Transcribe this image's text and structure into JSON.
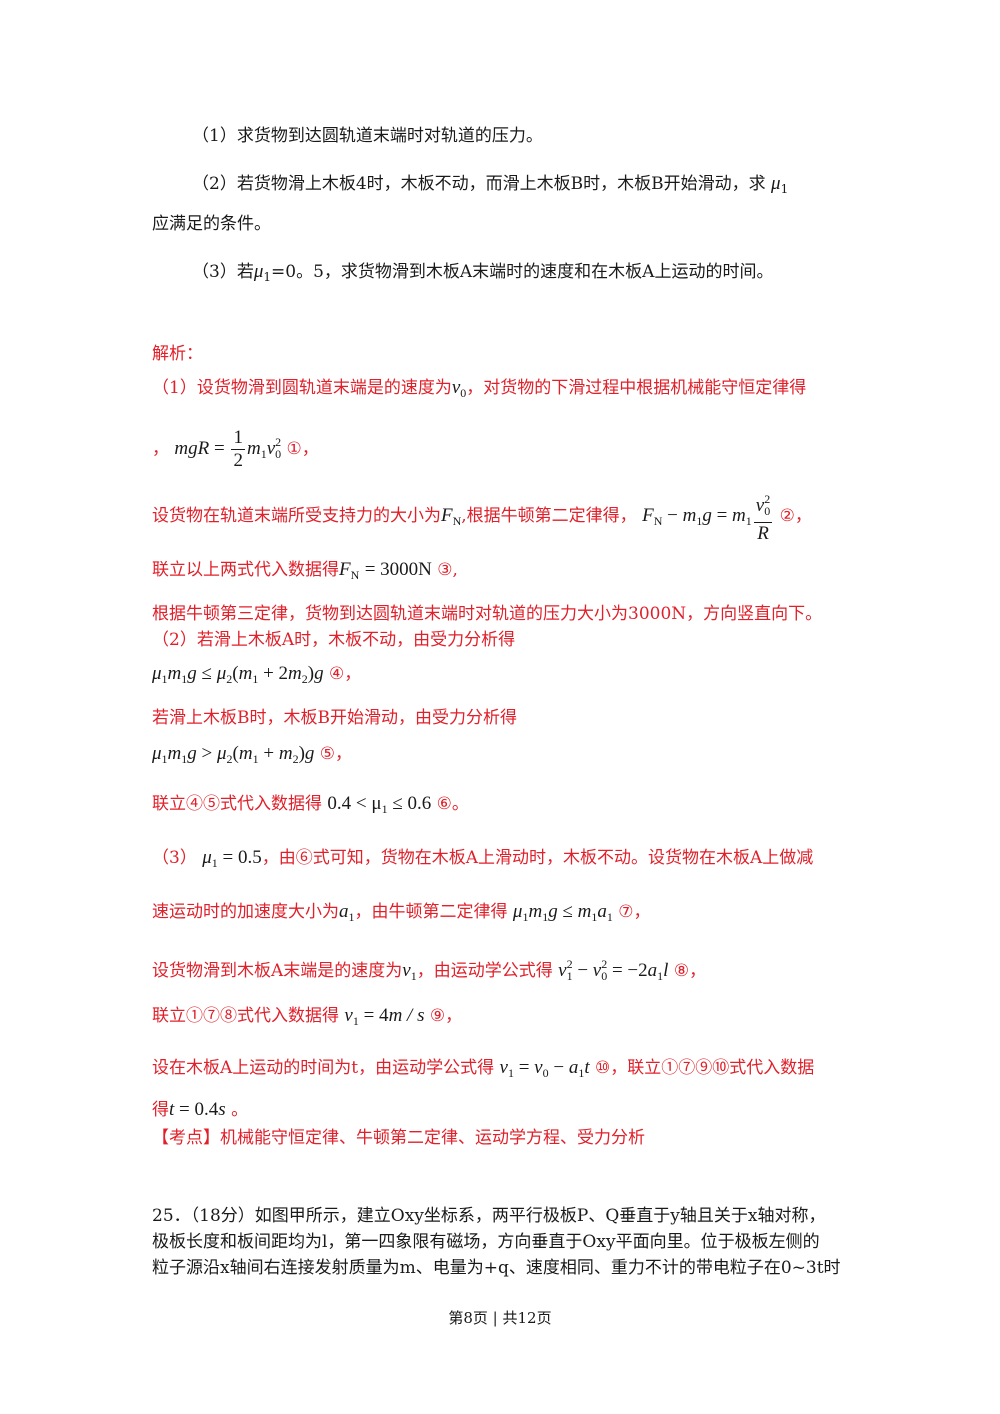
{
  "questions": {
    "q1": "（1）求货物到达圆轨道末端时对轨道的压力。",
    "q2_a": "（2）若货物滑上木板4时，木板不动，而滑上木板B时，木板B开始滑动，求",
    "q2_mu": "μ",
    "q2_sub": "1",
    "q2_b": "应满足的条件。",
    "q3_a": "（3）若",
    "q3_mu": "μ",
    "q3_sub": "1",
    "q3_b": "=0。5，求货物滑到木板A末端时的速度和在木板A上运动的时间。"
  },
  "solution": {
    "heading": "解析：",
    "p1_a": "（1）设货物滑到圆轨道末端是的速度为",
    "p1_b": "，对货物的下滑过程中根据机械能守恒定律得",
    "eq1_lead": "，",
    "c1": "①",
    "p2_a": "设货物在轨道末端所受支持力的大小为",
    "p2_b": ",根据牛顿第二定律得，",
    "c2": "②",
    "p3_a": "联立以上两式代入数据得",
    "eq3": "= 3000N",
    "c3": "③",
    "p4": "根据牛顿第三定律，货物到达圆轨道末端时对轨道的压力大小为3000N，方向竖直向下。",
    "p5": "（2）若滑上木板A时，木板不动，由受力分析得",
    "c4": "④",
    "p6": "若滑上木板B时，木板B开始滑动，由受力分析得",
    "c5": "⑤",
    "p7_a": "联立④⑤式代入数据得",
    "eq7": "0.4 < μ",
    "eq7_b": "≤ 0.6",
    "c6": "⑥",
    "p8_b": "，由⑥式可知，货物在木板A上滑动时，木板不动。设货物在木板A上做减",
    "p8_lead": "（3）",
    "p9_a": "速运动时的加速度大小为",
    "p9_b": "，由牛顿第二定律得",
    "c7": "⑦",
    "p10_a": "设货物滑到木板A末端是的速度为",
    "p10_b": "，由运动学公式得",
    "c8": "⑧",
    "p11_a": "联立①⑦⑧式代入数据得",
    "c9": "⑨",
    "p12_a": "设在木板A上运动的时间为t，由运动学公式得",
    "c10": "⑩",
    "p12_b": "，联立①⑦⑨⑩式代入数据",
    "p13_a": "得",
    "p13_b": "。",
    "kaodian_label": "【考点】",
    "kaodian": "机械能守恒定律、牛顿第二定律、运动学方程、受力分析"
  },
  "q25": {
    "l1": "25．（18分）如图甲所示，建立Oxy坐标系，两平行极板P、Q垂直于y轴且关于x轴对称，",
    "l2": "极板长度和板间距均为l，第一四象限有磁场，方向垂直于Oxy平面向里。位于极板左侧的",
    "l3": "粒子源沿x轴间右连接发射质量为m、电量为+q、速度相同、重力不计的带电粒子在0~3t时"
  },
  "footer": "第8页 | 共12页"
}
